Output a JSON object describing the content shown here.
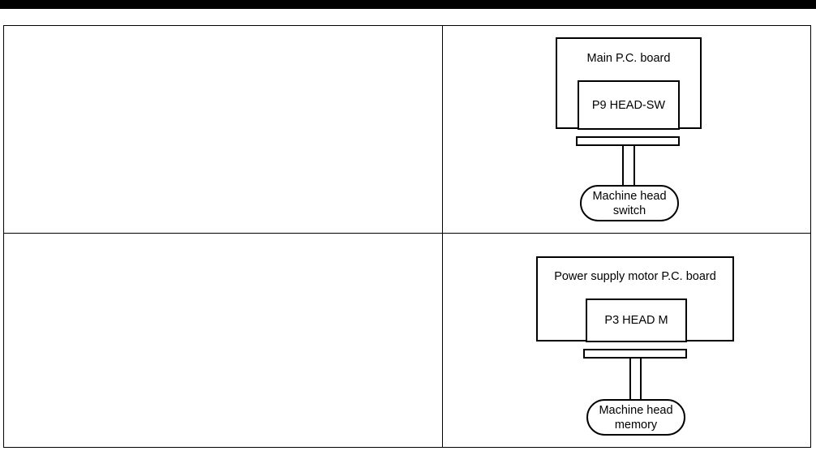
{
  "page": {
    "header_band_color": "#000000",
    "background_color": "#ffffff",
    "line_color": "#000000"
  },
  "table": {
    "columns": 2,
    "rows": 2,
    "cells": [
      {
        "id": "row1-col1",
        "content": "",
        "empty": true
      },
      {
        "id": "row1-col2",
        "content": "machine-head-switch-schematic",
        "empty": false
      },
      {
        "id": "row2-col1",
        "content": "",
        "empty": true
      },
      {
        "id": "row2-col2",
        "content": "machine-head-memory-schematic",
        "empty": false
      }
    ]
  },
  "schematics": [
    {
      "id": "machine-head-switch-schematic",
      "board_label": "Main P.C. board",
      "connector_label": "P9  HEAD-SW",
      "cable_label": "",
      "device_label_line1": "Machine head",
      "device_label_line2": "switch",
      "wire_count": 2
    },
    {
      "id": "machine-head-memory-schematic",
      "board_label": "Power supply motor P.C. board",
      "connector_label": "P3 HEAD M",
      "cable_label": "",
      "device_label_line1": "Machine head",
      "device_label_line2": "memory",
      "wire_count": 2
    }
  ]
}
